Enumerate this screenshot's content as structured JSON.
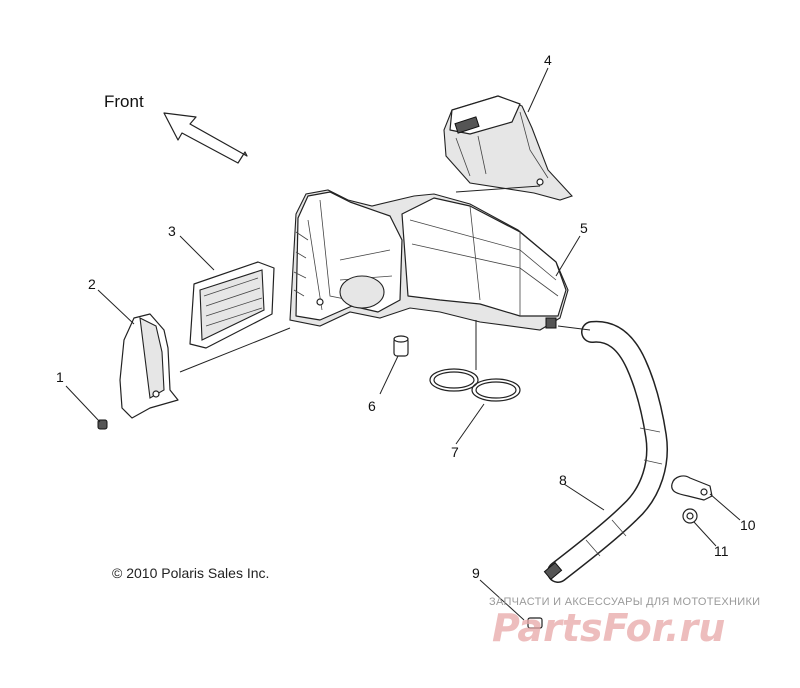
{
  "front_label": "Front",
  "copyright": "© 2010 Polaris Sales Inc.",
  "watermark": {
    "tagline": "ЗАПЧАСТИ И АКСЕССУАРЫ ДЛЯ МОТОТЕХНИКИ",
    "brand": "PartsFor.ru"
  },
  "callouts": [
    "1",
    "2",
    "3",
    "4",
    "5",
    "6",
    "7",
    "8",
    "9",
    "10",
    "11"
  ]
}
